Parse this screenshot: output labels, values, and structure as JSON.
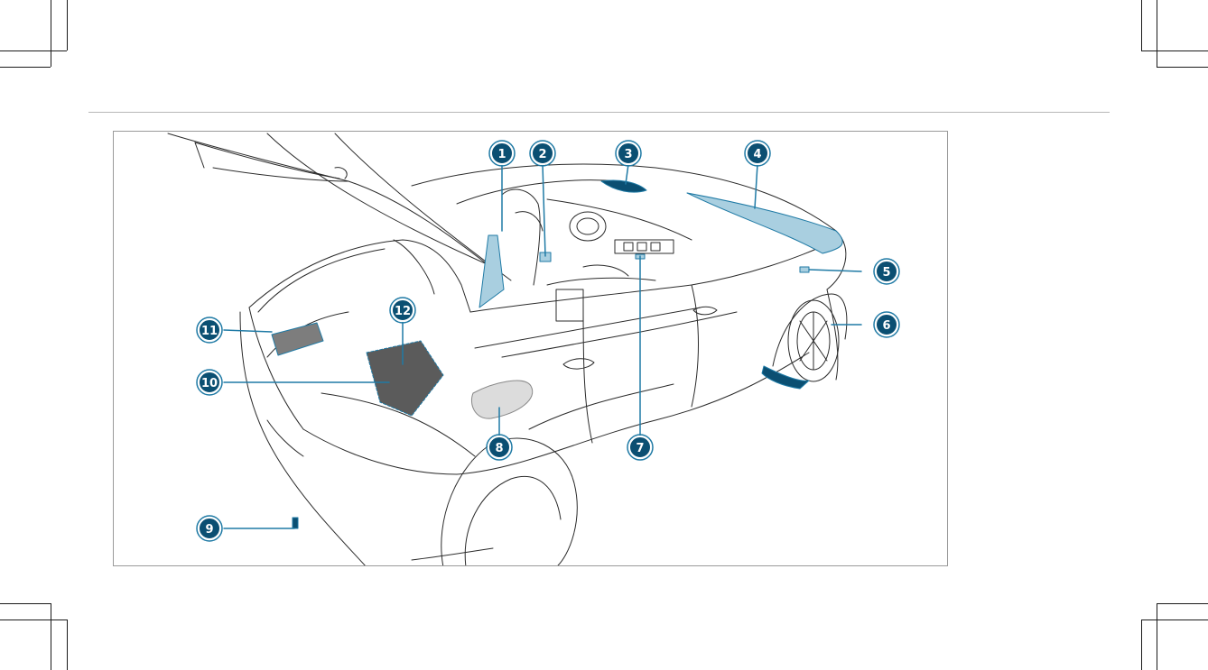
{
  "colors": {
    "accent": "#1f7aa5",
    "accent_fill": "#0b4f72",
    "highlight_area": "#a9cfe0",
    "line": "#2b2b2b"
  },
  "figure": {
    "callouts": [
      {
        "label": "1"
      },
      {
        "label": "2"
      },
      {
        "label": "3"
      },
      {
        "label": "4"
      },
      {
        "label": "5"
      },
      {
        "label": "6"
      },
      {
        "label": "7"
      },
      {
        "label": "8"
      },
      {
        "label": "9"
      },
      {
        "label": "10"
      },
      {
        "label": "11"
      },
      {
        "label": "12"
      }
    ]
  }
}
